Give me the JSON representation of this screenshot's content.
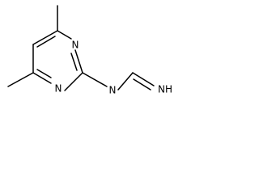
{
  "molecule": {
    "atoms": {
      "n_ring_upper": "N",
      "n_ring_lower": "N",
      "n_amino": "N",
      "n_imine": "NH"
    },
    "bond_color": "#000000",
    "label_color": "#000000",
    "background_color": "#ffffff"
  }
}
